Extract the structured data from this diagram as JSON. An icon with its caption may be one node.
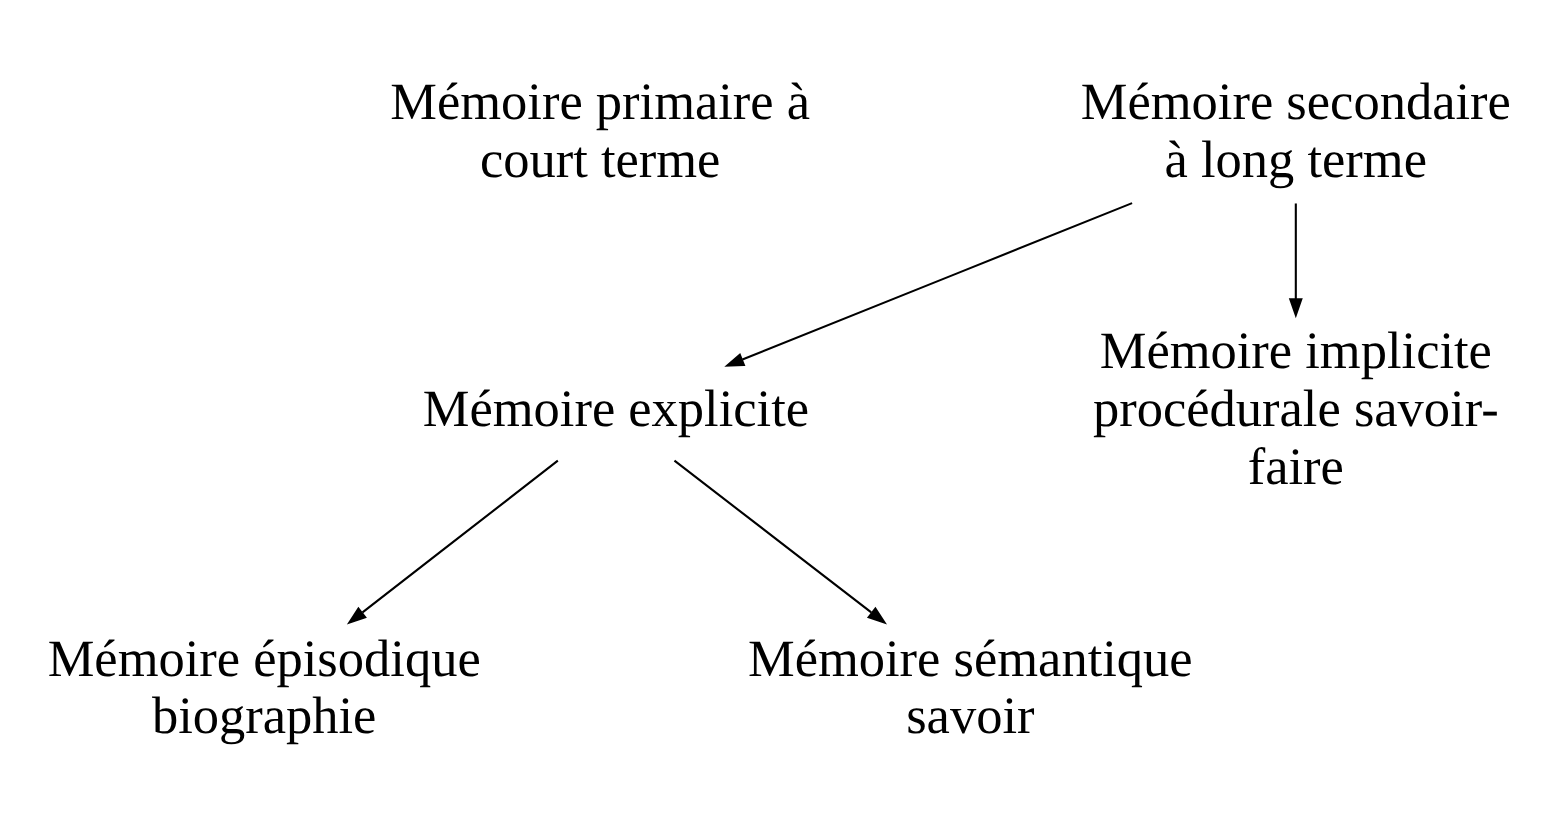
{
  "diagram": {
    "nodes": [
      {
        "text": [
          "Mémoire primaire à court terme"
        ]
      },
      {
        "text": [
          "Mémoire secondaire à long terme"
        ]
      },
      {
        "text": [
          "Mémoire explicite"
        ]
      },
      {
        "text": [
          "Mémoire implicite procédurale savoir-faire"
        ]
      },
      {
        "text": [
          "Mémoire épisodique biographie"
        ]
      },
      {
        "text": [
          "Mémoire sémantique savoir"
        ]
      }
    ],
    "edges": [
      {
        "from": 1,
        "to": 2,
        "arrow": "to"
      },
      {
        "from": 1,
        "to": 3,
        "arrow": "to"
      },
      {
        "from": 2,
        "to": 4,
        "arrow": "to"
      },
      {
        "from": 2,
        "to": 5,
        "arrow": "to"
      }
    ]
  }
}
